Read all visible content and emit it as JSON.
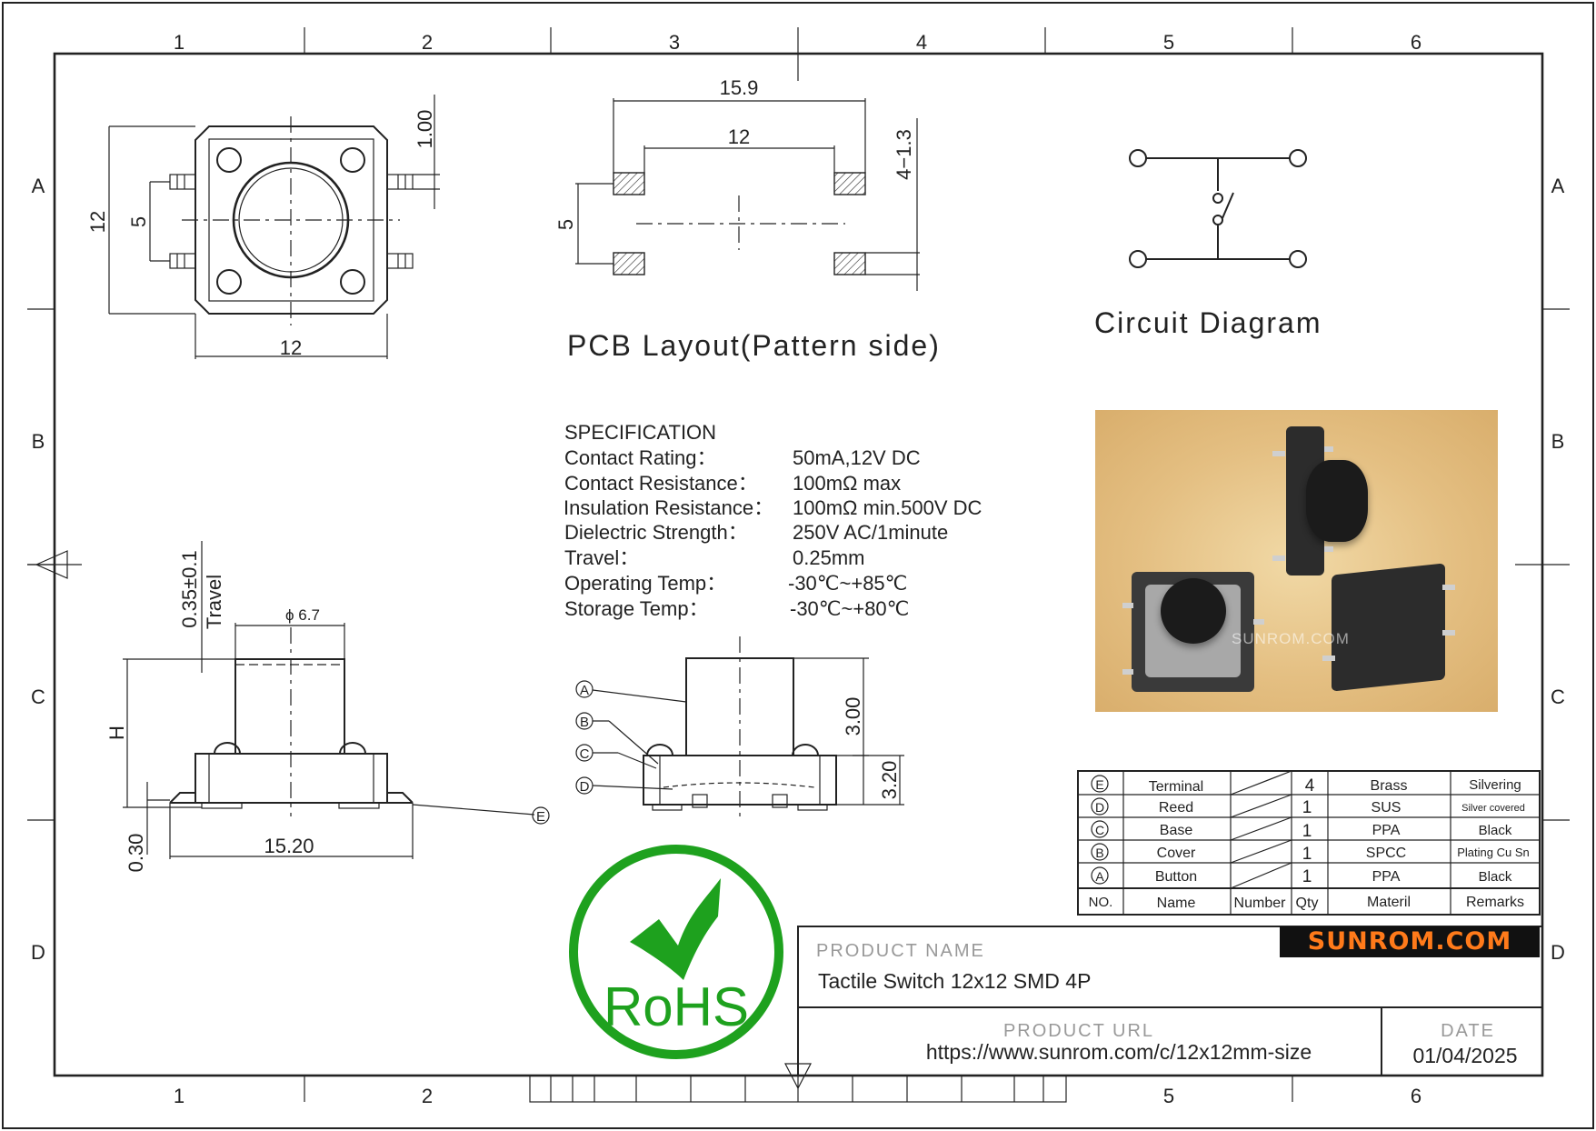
{
  "grid": {
    "columns": [
      "1",
      "2",
      "3",
      "4",
      "5",
      "6"
    ],
    "rows": [
      "A",
      "B",
      "C",
      "D"
    ]
  },
  "top_view": {
    "dim_width": "12",
    "dim_height": "12",
    "dim_pin_spacing": "5",
    "dim_pin_width": "1.00"
  },
  "pcb_layout": {
    "title": "PCB Layout(Pattern side)",
    "dim_outer": "15.9",
    "dim_inner": "12",
    "dim_vertical": "5",
    "dim_pad": "4−1.3"
  },
  "circuit": {
    "title": "Circuit  Diagram"
  },
  "specification": {
    "heading": "SPECIFICATION",
    "rows": [
      {
        "label": "Contact  Rating：",
        "value": "50mA,12V DC"
      },
      {
        "label": "Contact  Resistance：",
        "value": "100mΩ max"
      },
      {
        "label": "Insulation Resistance：",
        "value": "100mΩ min.500V DC"
      },
      {
        "label": "Dielectric  Strength：",
        "value": "250V AC/1minute"
      },
      {
        "label": "Travel：",
        "value": "0.25mm"
      },
      {
        "label": "Operating Temp：",
        "value": "-30℃~+85℃"
      },
      {
        "label": "Storage Temp：",
        "value": "-30℃~+80℃"
      }
    ]
  },
  "side_view": {
    "dim_travel": "0.35±0.1",
    "travel_label": "Travel",
    "dim_diameter": "ϕ 6.7",
    "dim_h": "H",
    "dim_base": "0.30",
    "dim_length": "15.20",
    "callout": "E"
  },
  "section_view": {
    "callouts": [
      "A",
      "B",
      "C",
      "D"
    ],
    "dim_stem": "3.00",
    "dim_body": "3.20"
  },
  "photo": {
    "watermark": "SUNROM.COM"
  },
  "bom": {
    "headers": [
      "NO.",
      "Name",
      "Number",
      "Qty",
      "Materil",
      "Remarks"
    ],
    "rows": [
      {
        "no": "E",
        "name": "Terminal",
        "qty": "4",
        "material": "Brass",
        "remarks": "Silvering"
      },
      {
        "no": "D",
        "name": "Reed",
        "qty": "1",
        "material": "SUS",
        "remarks": "Silver  covered"
      },
      {
        "no": "C",
        "name": "Base",
        "qty": "1",
        "material": "PPA",
        "remarks": "Black"
      },
      {
        "no": "B",
        "name": "Cover",
        "qty": "1",
        "material": "SPCC",
        "remarks": "Plating  Cu  Sn"
      },
      {
        "no": "A",
        "name": "Button",
        "qty": "1",
        "material": "PPA",
        "remarks": "Black"
      }
    ]
  },
  "rohs": {
    "text": "RoHS",
    "color": "#1ea11e"
  },
  "title_block": {
    "product_name_label": "PRODUCT NAME",
    "product_name": "Tactile Switch 12x12 SMD 4P",
    "product_url_label": "PRODUCT URL",
    "product_url": "https://www.sunrom.com/c/12x12mm-size",
    "date_label": "DATE",
    "date": "01/04/2025",
    "logo": "SUNROM.COM",
    "logo_color": "#ff7a1a"
  }
}
